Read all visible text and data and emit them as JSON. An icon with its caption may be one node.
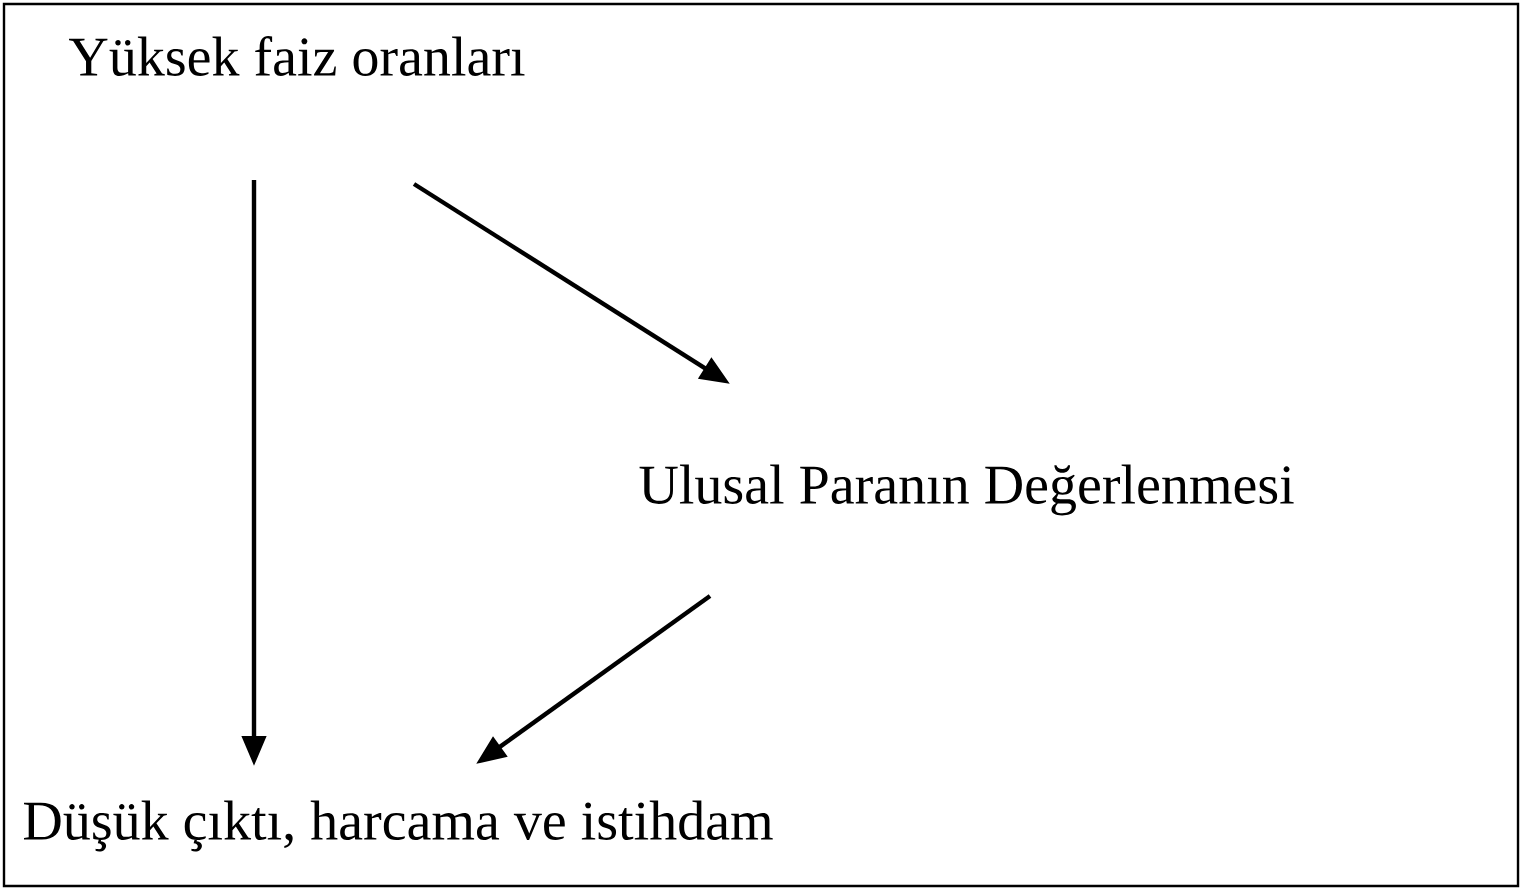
{
  "diagram": {
    "nodes": [
      {
        "text": [
          "Yüksek faiz oranları"
        ]
      },
      {
        "text": [
          "Ulusal Paranın Değerlenmesi"
        ]
      },
      {
        "text": [
          "Düşük çıktı, harcama ve istihdam"
        ]
      }
    ],
    "edges": [
      {
        "from": 0,
        "to": 2,
        "arrow": "to"
      },
      {
        "from": 0,
        "to": 1,
        "arrow": "to"
      },
      {
        "from": 1,
        "to": 2,
        "arrow": "to"
      }
    ]
  }
}
